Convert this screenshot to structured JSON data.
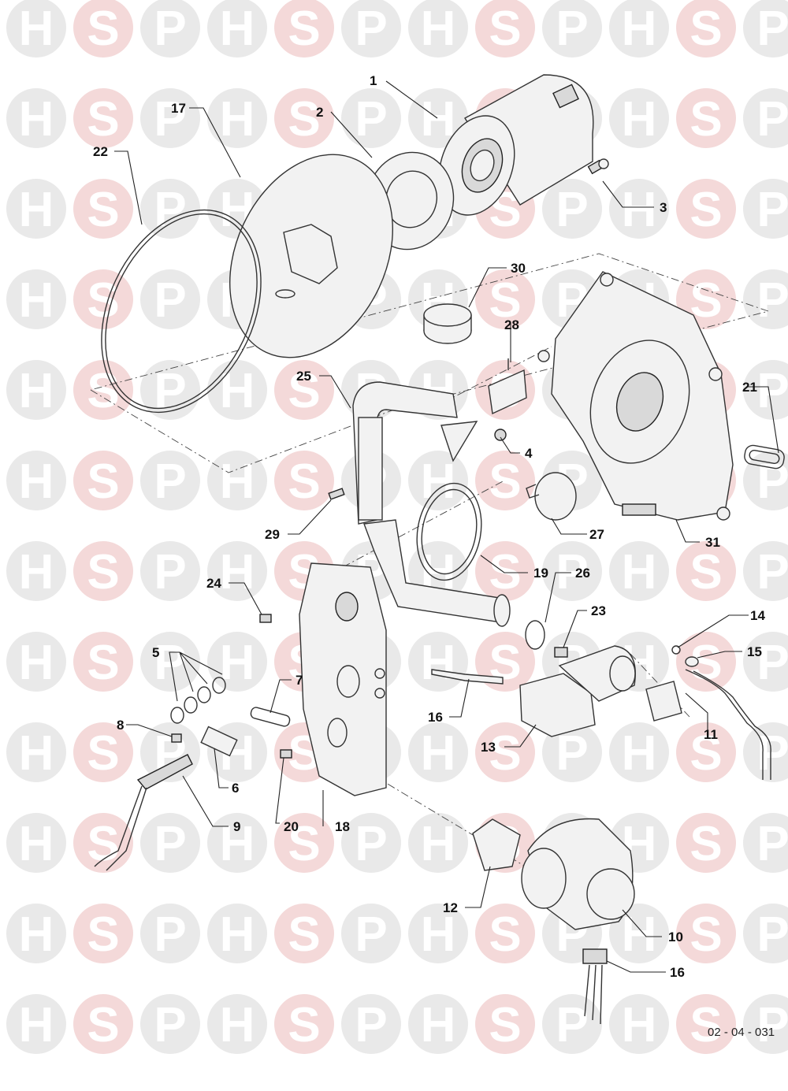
{
  "diagram": {
    "watermark_letters": [
      "H",
      "S",
      "P"
    ],
    "reference_code": "02 - 04 - 031",
    "callouts": [
      {
        "id": "c1",
        "label": "1"
      },
      {
        "id": "c2",
        "label": "2"
      },
      {
        "id": "c3",
        "label": "3"
      },
      {
        "id": "c17",
        "label": "17"
      },
      {
        "id": "c22",
        "label": "22"
      },
      {
        "id": "c30",
        "label": "30"
      },
      {
        "id": "c28",
        "label": "28"
      },
      {
        "id": "c25",
        "label": "25"
      },
      {
        "id": "c4",
        "label": "4"
      },
      {
        "id": "c21",
        "label": "21"
      },
      {
        "id": "c27",
        "label": "27"
      },
      {
        "id": "c31",
        "label": "31"
      },
      {
        "id": "c29",
        "label": "29"
      },
      {
        "id": "c19",
        "label": "19"
      },
      {
        "id": "c24",
        "label": "24"
      },
      {
        "id": "c26",
        "label": "26"
      },
      {
        "id": "c23",
        "label": "23"
      },
      {
        "id": "c14",
        "label": "14"
      },
      {
        "id": "c15",
        "label": "15"
      },
      {
        "id": "c5",
        "label": "5"
      },
      {
        "id": "c7",
        "label": "7"
      },
      {
        "id": "c16a",
        "label": "16"
      },
      {
        "id": "c8",
        "label": "8"
      },
      {
        "id": "c13",
        "label": "13"
      },
      {
        "id": "c11",
        "label": "11"
      },
      {
        "id": "c6",
        "label": "6"
      },
      {
        "id": "c9",
        "label": "9"
      },
      {
        "id": "c20",
        "label": "20"
      },
      {
        "id": "c18",
        "label": "18"
      },
      {
        "id": "c12",
        "label": "12"
      },
      {
        "id": "c10",
        "label": "10"
      },
      {
        "id": "c16b",
        "label": "16"
      }
    ]
  }
}
